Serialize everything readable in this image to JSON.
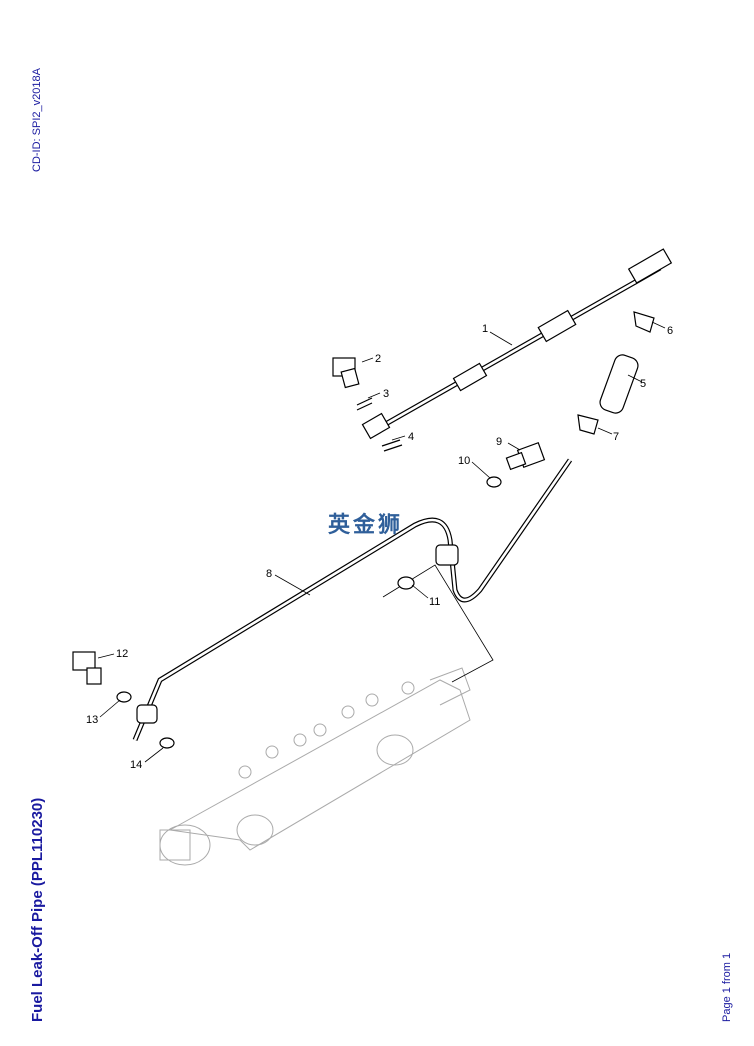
{
  "header": {
    "cd_id": "CD-ID: SPI2_v2018A"
  },
  "title": "Fuel Leak-Off Pipe (PPL110230)",
  "footer": {
    "page": "Page 1 from 1"
  },
  "watermark": "英金狮",
  "callouts": [
    "1",
    "2",
    "3",
    "4",
    "5",
    "6",
    "7",
    "8",
    "9",
    "10",
    "11",
    "12",
    "13",
    "14"
  ]
}
